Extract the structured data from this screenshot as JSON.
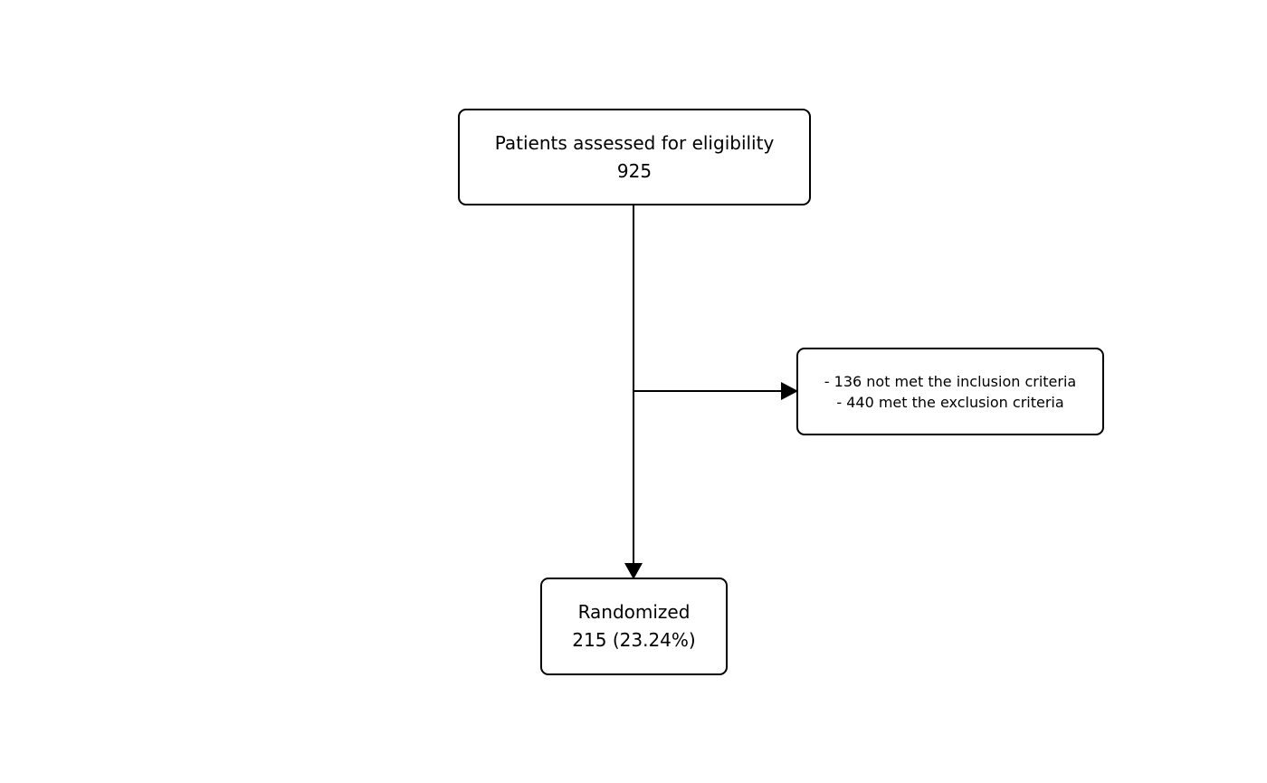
{
  "flowchart": {
    "eligibility": {
      "title": "Patients assessed for eligibility",
      "count": "925"
    },
    "exclusion": {
      "line1": "- 136 not met the inclusion criteria",
      "line2": "- 440 met the exclusion criteria"
    },
    "randomized": {
      "title": "Randomized",
      "count": "215 (23.24%)"
    }
  },
  "colors": {
    "line": "#000000",
    "box_border": "#000000",
    "background": "#ffffff"
  }
}
